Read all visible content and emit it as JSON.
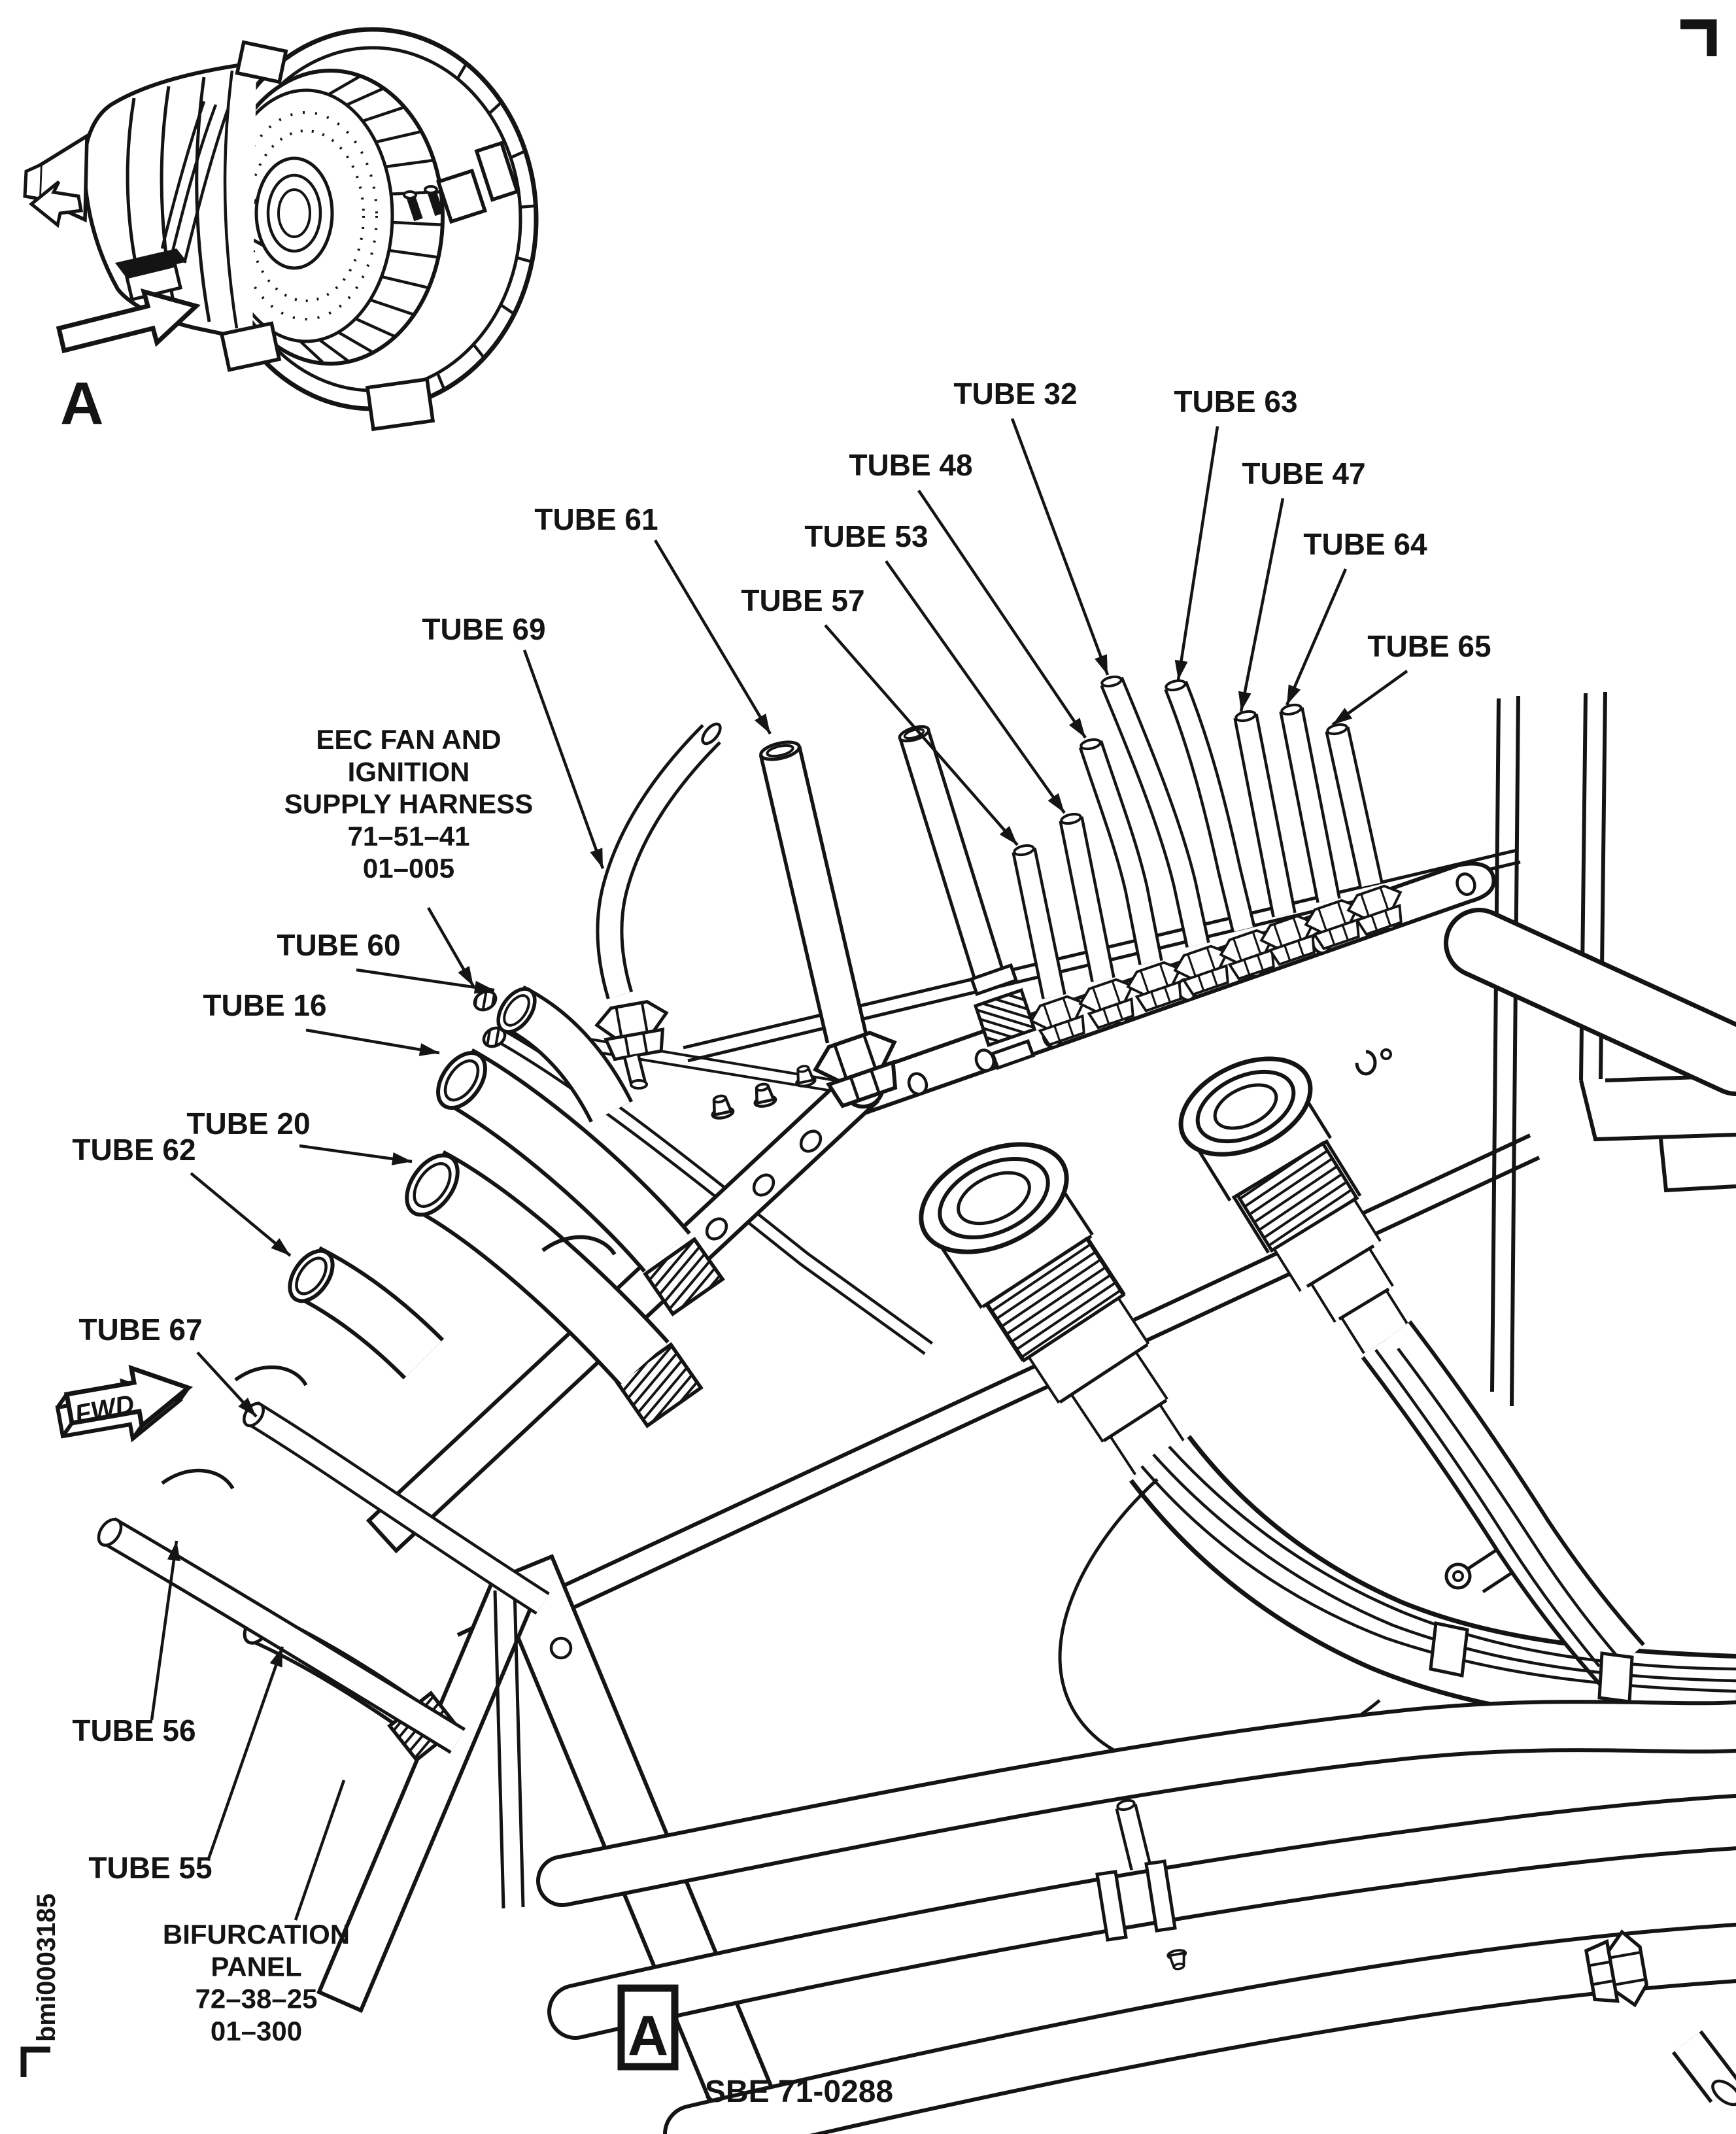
{
  "page": {
    "background": "#ffffff",
    "ink": "#141414"
  },
  "figure": {
    "caption": "SBE 71-0288",
    "side_code": "bmi0003185",
    "detail_box_letter": "A",
    "inset_view_letter": "A",
    "fwd_arrow_text": "FWD"
  },
  "labels": {
    "tube_32": "TUBE 32",
    "tube_63": "TUBE 63",
    "tube_48": "TUBE 48",
    "tube_47": "TUBE 47",
    "tube_53": "TUBE 53",
    "tube_64": "TUBE 64",
    "tube_57": "TUBE 57",
    "tube_65": "TUBE 65",
    "tube_61": "TUBE 61",
    "tube_69": "TUBE 69",
    "tube_60": "TUBE 60",
    "tube_16": "TUBE 16",
    "tube_20": "TUBE 20",
    "tube_62": "TUBE 62",
    "tube_67": "TUBE 67",
    "tube_56": "TUBE 56",
    "tube_55": "TUBE 55",
    "eec_harness": [
      "EEC FAN AND",
      "IGNITION",
      "SUPPLY HARNESS",
      "71–51–41",
      "01–005"
    ],
    "bifurcation_panel": [
      "BIFURCATION",
      "PANEL",
      "72–38–25",
      "01–300"
    ]
  }
}
